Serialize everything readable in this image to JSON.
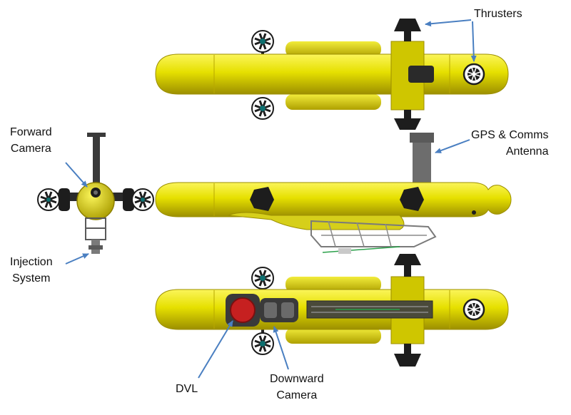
{
  "colors": {
    "hull": "#e6e000",
    "hull_shadow": "#b8a800",
    "hull_dark": "#8d8000",
    "thruster": "#1d1d1d",
    "dvl": "#c62020",
    "arrow": "#4a7fc1",
    "mast": "#6d6d6d",
    "frame": "#7a7a7a"
  },
  "icons": {
    "thruster": "propeller-icon",
    "arrow": "callout-arrow"
  },
  "labels": {
    "thrusters": "Thrusters",
    "gps_line1": "GPS & Comms",
    "gps_line2": "Antenna",
    "forward_line1": "Forward",
    "forward_line2": "Camera",
    "injection_line1": "Injection",
    "injection_line2": "System",
    "dvl": "DVL",
    "downward_line1": "Downward",
    "downward_line2": "Camera"
  }
}
